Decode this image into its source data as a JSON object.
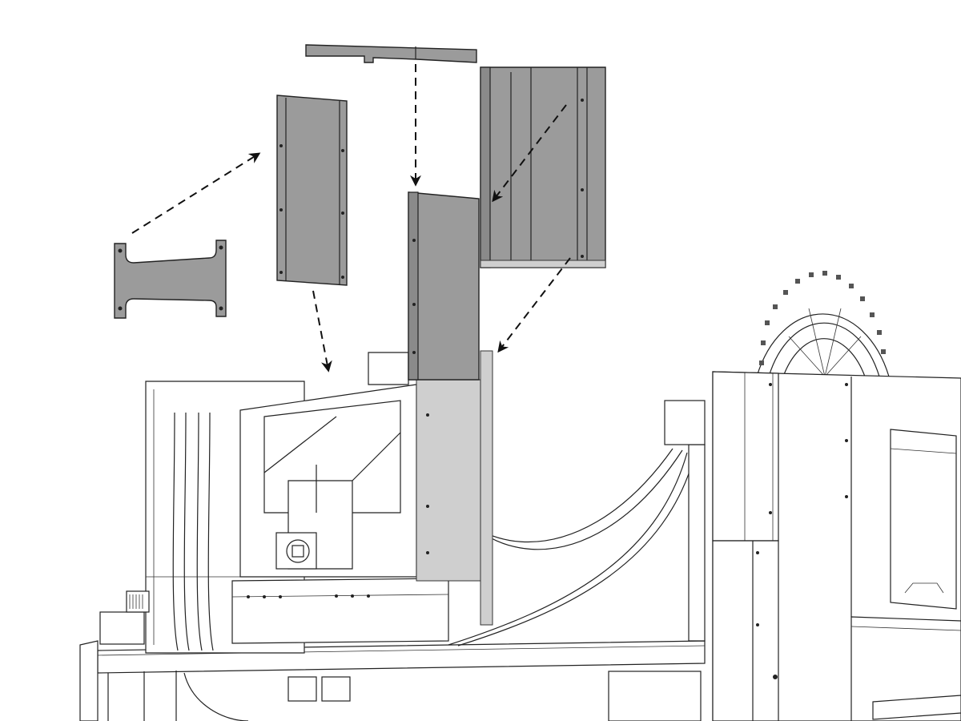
{
  "figure": {
    "parts": [
      {
        "id": "top-cover",
        "icon": "top-cover-plate"
      },
      {
        "id": "left-side-panel",
        "icon": "side-panel"
      },
      {
        "id": "center-front-panel",
        "icon": "front-panel"
      },
      {
        "id": "right-u-shroud",
        "icon": "u-shaped-shroud"
      },
      {
        "id": "h-bracket",
        "icon": "h-shaped-bracket"
      }
    ],
    "colors": {
      "panel_fill": "#9b9b9b",
      "installed_panel_fill": "#cfcfcf",
      "line": "#222222",
      "arrow": "#111111"
    }
  }
}
